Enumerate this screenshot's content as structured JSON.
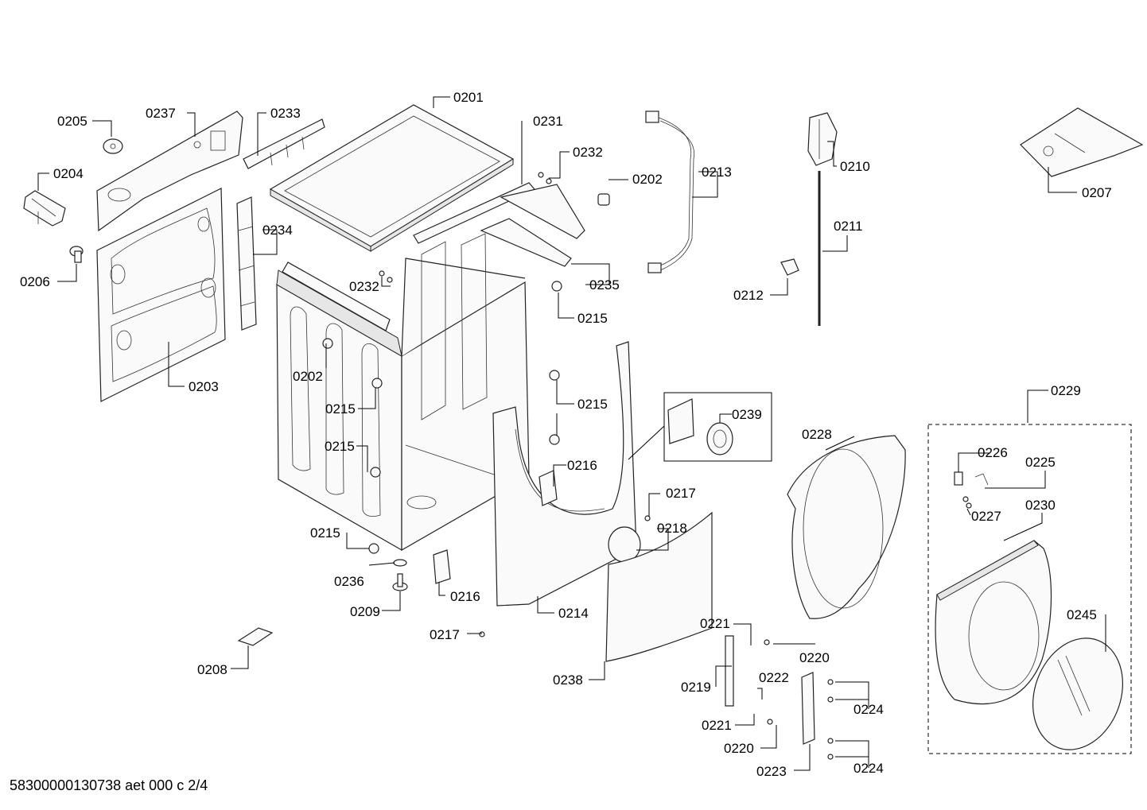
{
  "footer_code": "58300000130738 aet 000 c 2/4",
  "labels": {
    "p0201": "0201",
    "p0202a": "0202",
    "p0202b": "0202",
    "p0203": "0203",
    "p0204": "0204",
    "p0205": "0205",
    "p0206": "0206",
    "p0207": "0207",
    "p0208": "0208",
    "p0209": "0209",
    "p0210": "0210",
    "p0211": "0211",
    "p0212": "0212",
    "p0213": "0213",
    "p0214": "0214",
    "p0215a": "0215",
    "p0215b": "0215",
    "p0215c": "0215",
    "p0215d": "0215",
    "p0215e": "0215",
    "p0216a": "0216",
    "p0216b": "0216",
    "p0217a": "0217",
    "p0217b": "0217",
    "p0218": "0218",
    "p0219": "0219",
    "p0220a": "0220",
    "p0220b": "0220",
    "p0221a": "0221",
    "p0221b": "0221",
    "p0222": "0222",
    "p0223": "0223",
    "p0224a": "0224",
    "p0224b": "0224",
    "p0225": "0225",
    "p0226": "0226",
    "p0227": "0227",
    "p0228": "0228",
    "p0229": "0229",
    "p0230": "0230",
    "p0231": "0231",
    "p0232a": "0232",
    "p0232b": "0232",
    "p0233": "0233",
    "p0234": "0234",
    "p0235": "0235",
    "p0236": "0236",
    "p0237": "0237",
    "p0238": "0238",
    "p0239": "0239",
    "p0245": "0245"
  }
}
